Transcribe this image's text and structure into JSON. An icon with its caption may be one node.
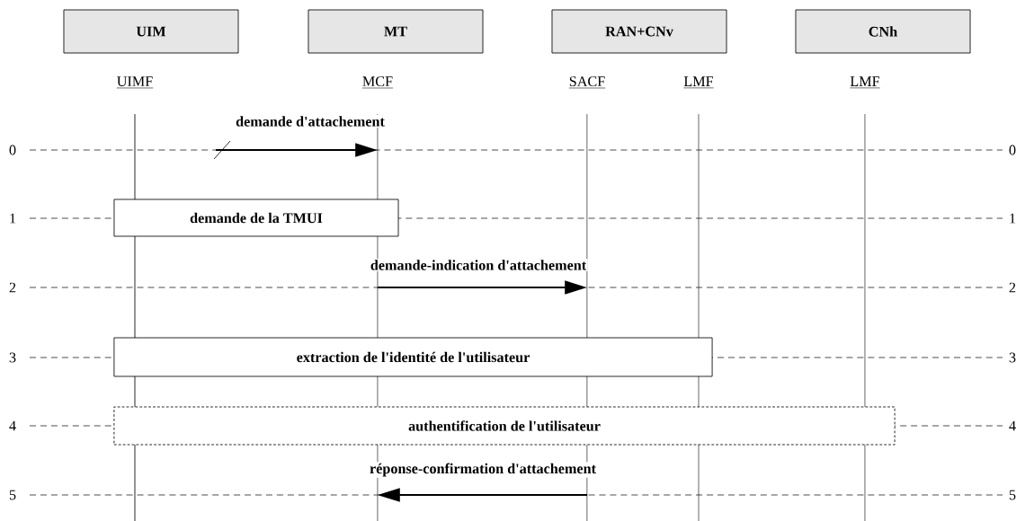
{
  "diagram": {
    "nodes": [
      {
        "text": [
          "UIM"
        ]
      },
      {
        "text": [
          "MT"
        ]
      },
      {
        "text": [
          "RAN+CNv"
        ]
      },
      {
        "text": [
          "CNh"
        ]
      },
      {
        "text": [],
        "shape": "line",
        "beside": [
          "UIMF"
        ]
      },
      {
        "text": [],
        "shape": "line",
        "beside": [
          "MCF"
        ]
      },
      {
        "text": [],
        "shape": "line",
        "beside": [
          "SACF"
        ]
      },
      {
        "text": [],
        "shape": "line",
        "beside": [
          "LMF"
        ]
      },
      {
        "text": [],
        "shape": "line",
        "beside": [
          "LMF"
        ]
      },
      {
        "text": [
          "demande de la TMUI"
        ]
      },
      {
        "text": [
          "extraction de l'identité de l'utilisateur"
        ]
      },
      {
        "text": [
          "authentification de l'utilisateur"
        ]
      }
    ],
    "edges": [
      {
        "from": null,
        "to": 5,
        "arrow": "to",
        "label": "demande d'attachement"
      },
      {
        "from": 5,
        "to": 6,
        "arrow": "to",
        "label": "demande-indication d'attachement"
      },
      {
        "from": 6,
        "to": 5,
        "arrow": "to",
        "label": "réponse-confirmation d'attachement"
      }
    ],
    "labels": [
      "0",
      "0",
      "1",
      "1",
      "2",
      "2",
      "3",
      "3",
      "4",
      "4",
      "5",
      "5"
    ]
  }
}
